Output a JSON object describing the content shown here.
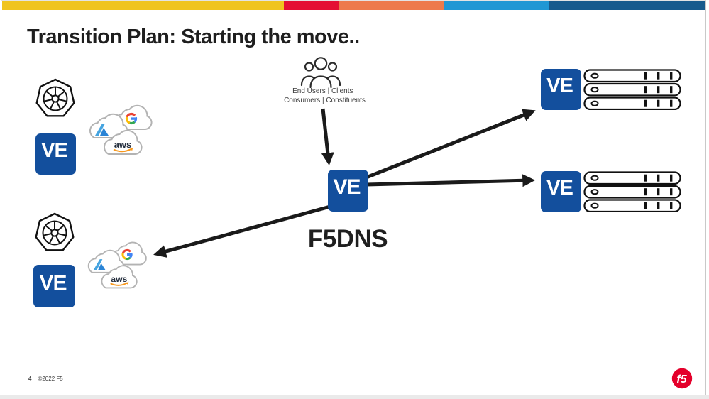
{
  "header": {
    "title": "Transition Plan: Starting the move.."
  },
  "top_bar": {
    "colors": [
      "#F0C41F",
      "#E40F33",
      "#ED7A4B",
      "#2097D4",
      "#175A8D"
    ]
  },
  "diagram": {
    "end_users": {
      "line1": "End Users | Clients |",
      "line2": "Consumers | Constituents"
    },
    "dns_label": "F5DNS",
    "ve_label": "VE",
    "aws_label": "aws",
    "colors": {
      "ve_blue": "#134F9D",
      "arrow_black": "#1A1A1A",
      "f5_red": "#E4002B",
      "azure_blue": "#2A84D6",
      "azure_blue_light": "#45A4E0",
      "aws_text_dark": "#252F3E",
      "aws_smile_orange": "#F7981D",
      "google_red": "#EA4335",
      "google_yellow": "#FBBC05",
      "google_green": "#34A853",
      "google_blue": "#4285F4",
      "cloud_outline_gray": "#B3B3B3"
    },
    "icons": [
      "end-users-icon",
      "kubernetes-icon",
      "cloud-azure-icon",
      "cloud-google-icon",
      "cloud-aws-icon",
      "ve-appliance-icon",
      "server-stack-icon",
      "f5-ball-icon"
    ],
    "server_stacks": [
      {
        "position": "top-right",
        "server_count": 3
      },
      {
        "position": "middle-right",
        "server_count": 3
      }
    ]
  },
  "logos": {
    "f5": "f5"
  },
  "footer": {
    "page_number": "4",
    "copyright": "©2022 F5"
  }
}
